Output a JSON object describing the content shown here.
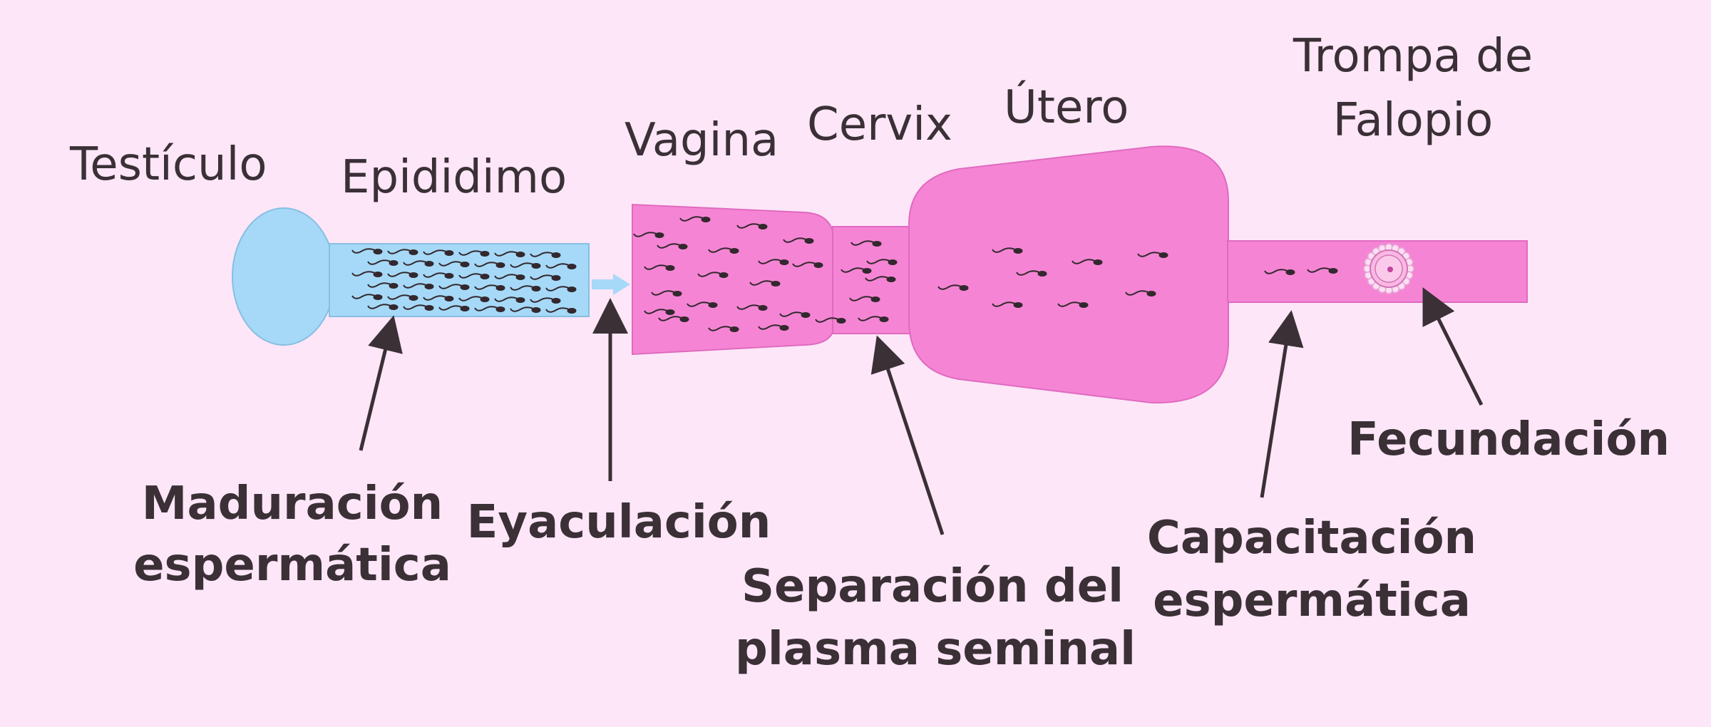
{
  "colors": {
    "background": "#fde6f8",
    "male_organ": "#a6d9f7",
    "female_organ": "#f585d4",
    "sperm": "#33282e",
    "text": "#3a3036"
  },
  "regions": {
    "testiculo": "Testículo",
    "epididimo": "Epididimo",
    "vagina": "Vagina",
    "cervix": "Cervix",
    "utero": "Útero",
    "trompa_line1": "Trompa de",
    "trompa_line2": "Falopio"
  },
  "processes": {
    "maduracion_line1": "Maduración",
    "maduracion_line2": "espermática",
    "eyaculacion": "Eyaculación",
    "separacion_line1": "Separación del",
    "separacion_line2": "plasma seminal",
    "capacitacion_line1": "Capacitación",
    "capacitacion_line2": "espermática",
    "fecundacion": "Fecundación"
  },
  "icons": {
    "sperm": "sperm-icon",
    "ovum": "ovum-icon",
    "arrow": "pointer-arrow-icon"
  }
}
